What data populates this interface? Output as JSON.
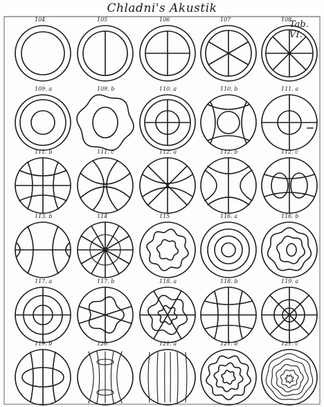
{
  "plate": {
    "title": "Chladni's Akustik",
    "tab": "Tab. VI."
  },
  "figures": [
    {
      "label": "104",
      "pattern": "ring-ring"
    },
    {
      "label": "105",
      "pattern": "ring-1diam"
    },
    {
      "label": "106",
      "pattern": "ring-2diam"
    },
    {
      "label": "107",
      "pattern": "ring-3diam"
    },
    {
      "label": "108",
      "pattern": "ring-4diam"
    },
    {
      "label": "109. a",
      "pattern": "ring-small-circle"
    },
    {
      "label": "109. b",
      "pattern": "wavy-blob"
    },
    {
      "label": "110. a",
      "pattern": "circles-cross"
    },
    {
      "label": "110. b",
      "pattern": "circle-curves"
    },
    {
      "label": "111. a",
      "pattern": "circle-cross-tick"
    },
    {
      "label": "111. b",
      "pattern": "cross-curves"
    },
    {
      "label": "111. c",
      "pattern": "lens-grid"
    },
    {
      "label": "112. a",
      "pattern": "lens-diagonals"
    },
    {
      "label": "112. b",
      "pattern": "double-lens"
    },
    {
      "label": "112. c",
      "pattern": "lens-ovals"
    },
    {
      "label": "113. b",
      "pattern": "hyperbolas"
    },
    {
      "label": "114",
      "pattern": "star-circles"
    },
    {
      "label": "115",
      "pattern": "concentric-wavy"
    },
    {
      "label": "116. a",
      "pattern": "concentric-rings"
    },
    {
      "label": "116. b",
      "pattern": "offset-wavy"
    },
    {
      "label": "117. a",
      "pattern": "cross-circles"
    },
    {
      "label": "117. b",
      "pattern": "star-polygon"
    },
    {
      "label": "118. a",
      "pattern": "web"
    },
    {
      "label": "118. b",
      "pattern": "grid-curves"
    },
    {
      "label": "119. a",
      "pattern": "grid-rings"
    },
    {
      "label": "119. b",
      "pattern": "ellipse-lines"
    },
    {
      "label": "120",
      "pattern": "vertical-curves"
    },
    {
      "label": "121. a",
      "pattern": "vertical-bands"
    },
    {
      "label": "121. b",
      "pattern": "wavy-rings"
    },
    {
      "label": "121. c",
      "pattern": "dense-rings"
    }
  ]
}
